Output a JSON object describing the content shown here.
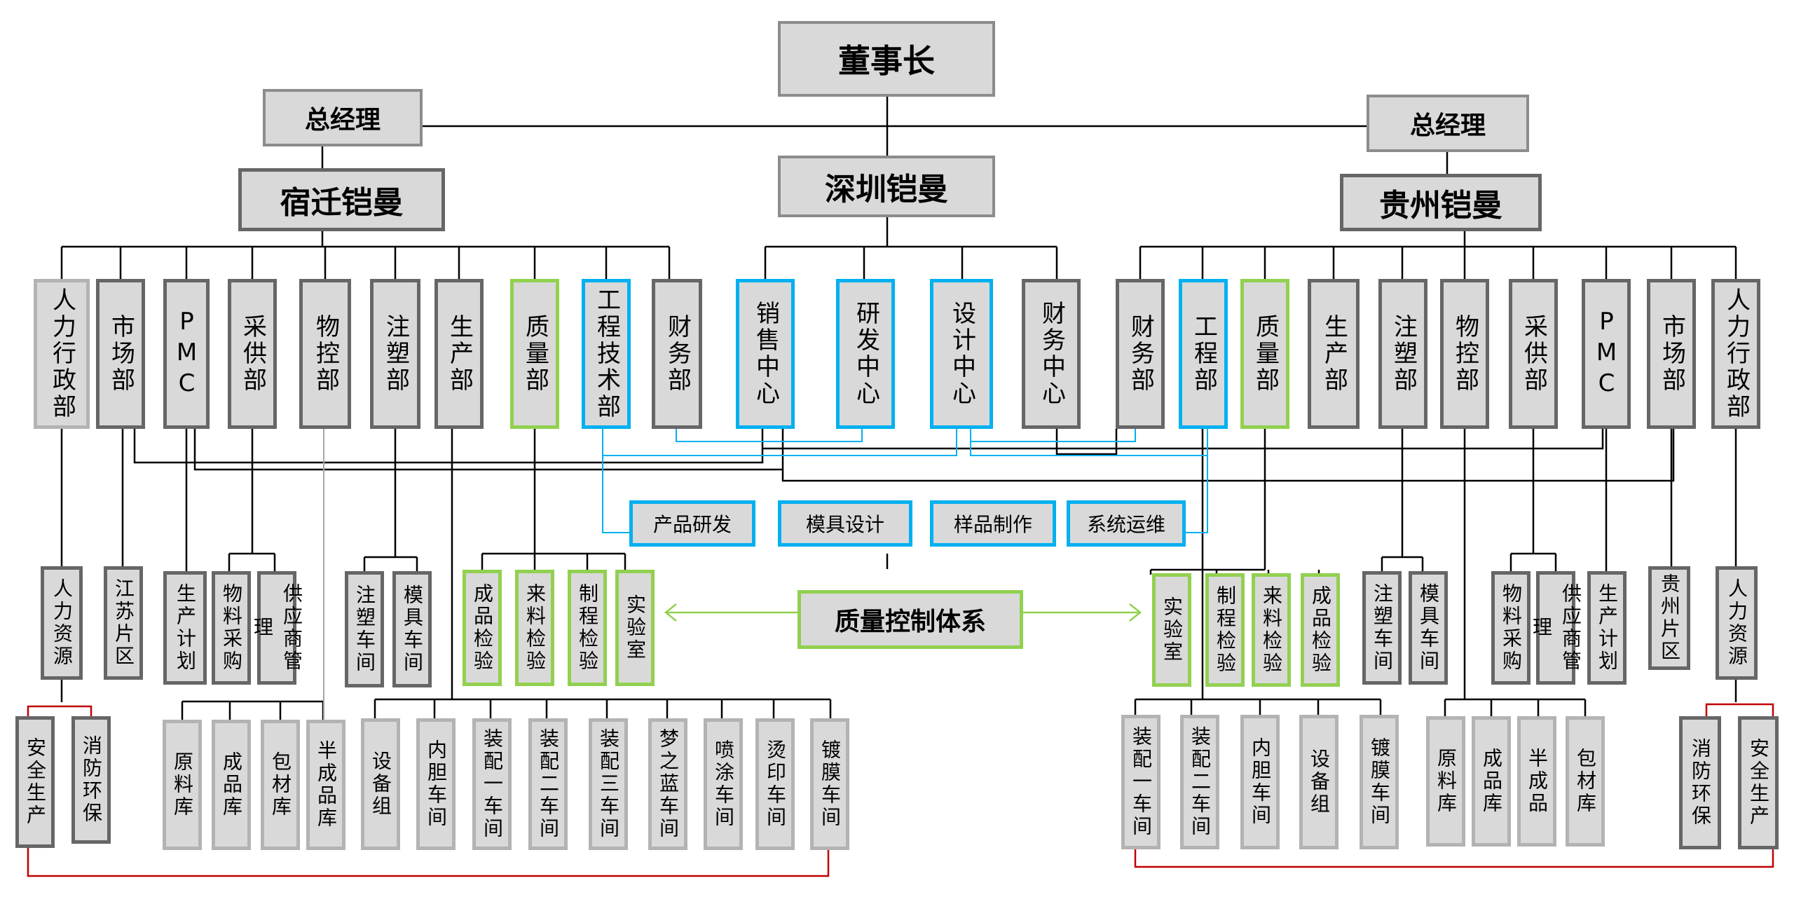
{
  "chairman": "董事长",
  "left": {
    "gm": "总经理",
    "company": "宿迁铠曼",
    "departments": [
      "人力行政部",
      "市场部",
      "PMC",
      "采供部",
      "物控部",
      "注塑部",
      "生产部",
      "质量部",
      "工程技术部",
      "财务部"
    ],
    "subunits": [
      "人力资源",
      "江苏片区",
      "生产计划",
      "物料采购",
      "供应商管理",
      "注塑车间",
      "模具车间"
    ],
    "quality_units": [
      "成品检验",
      "来料检验",
      "制程检验",
      "实验室"
    ],
    "safety_units": [
      "安全生产",
      "消防环保"
    ],
    "warehouses": [
      "原料库",
      "成品库",
      "包材库",
      "半成品库"
    ],
    "workshops": [
      "设备组",
      "内胆车间",
      "装配一车间",
      "装配二车间",
      "装配三车间",
      "梦之蓝车间",
      "喷涂车间",
      "烫印车间",
      "镀膜车间"
    ]
  },
  "center": {
    "company": "深圳铠曼",
    "centers": [
      "销售中心",
      "研发中心",
      "设计中心",
      "财务中心"
    ],
    "functions": [
      "产品研发",
      "模具设计",
      "样品制作",
      "系统运维"
    ],
    "quality_system": "质量控制体系"
  },
  "right": {
    "gm": "总经理",
    "company": "贵州铠曼",
    "departments": [
      "财务部",
      "工程部",
      "质量部",
      "生产部",
      "注塑部",
      "物控部",
      "采供部",
      "PMC",
      "市场部",
      "人力行政部"
    ],
    "quality_units": [
      "实验室",
      "制程检验",
      "来料检验",
      "成品检验"
    ],
    "subunits": [
      "注塑车间",
      "模具车间",
      "物料采购",
      "供应商管理",
      "生产计划",
      "贵州片区",
      "人力资源"
    ],
    "workshops": [
      "装配一车间",
      "装配二车间",
      "内胆车间",
      "设备组",
      "镀膜车间"
    ],
    "warehouses": [
      "原料库",
      "成品库",
      "半成品",
      "包材库"
    ],
    "safety_units": [
      "消防环保",
      "安全生产"
    ]
  },
  "colors": {
    "box_fill": "#d9d9d9",
    "line": "#000000",
    "quality_border": "#92d050",
    "tech_border": "#00b0f0",
    "safety_bracket": "#c00000",
    "warehouse_line": "#a6a6a6"
  }
}
